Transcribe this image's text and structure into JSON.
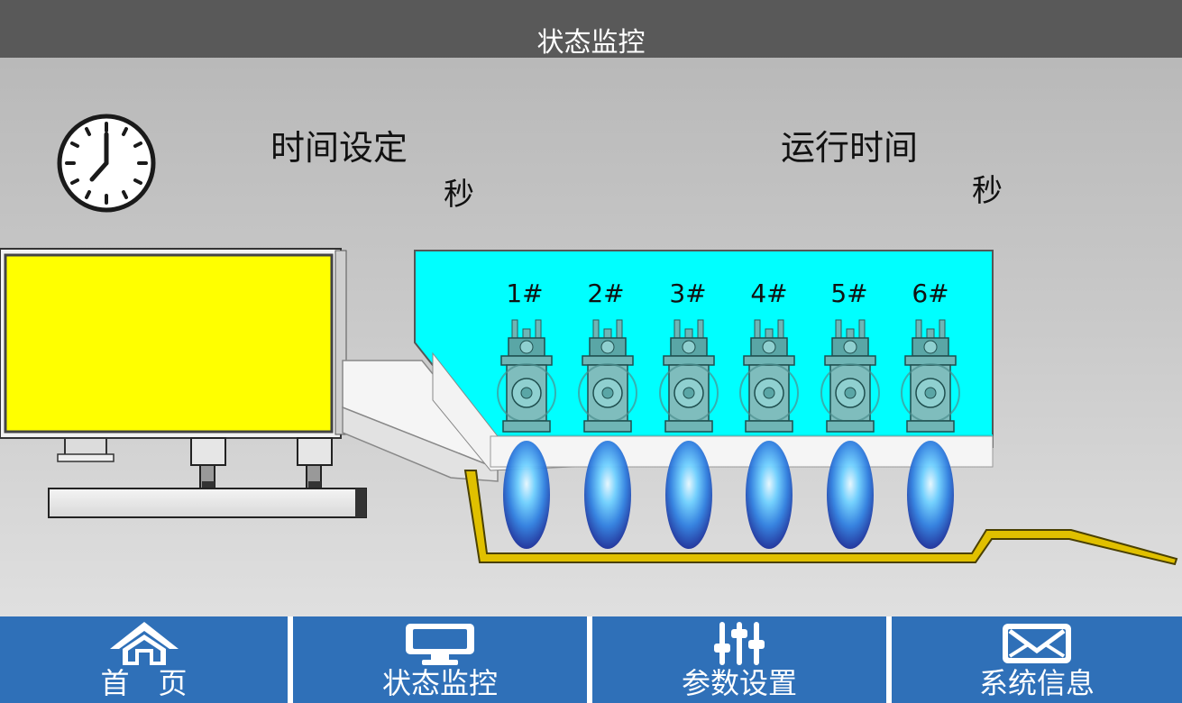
{
  "header": {
    "title": "状态监控"
  },
  "timer": {
    "set_label": "时间设定",
    "set_unit": "秒",
    "run_label": "运行时间",
    "run_unit": "秒"
  },
  "burners": [
    {
      "label": "1#"
    },
    {
      "label": "2#"
    },
    {
      "label": "3#"
    },
    {
      "label": "4#"
    },
    {
      "label": "5#"
    },
    {
      "label": "6#"
    }
  ],
  "nav": [
    {
      "label": "首　页",
      "icon": "home-icon"
    },
    {
      "label": "状态监控",
      "icon": "monitor-icon"
    },
    {
      "label": "参数设置",
      "icon": "sliders-icon"
    },
    {
      "label": "系统信息",
      "icon": "mail-icon"
    }
  ],
  "colors": {
    "title_bar": "#595959",
    "nav_button": "#2f70b8",
    "hopper": "#00ffff",
    "furnace_panel": "#ffff00",
    "chute": "#e0c000"
  }
}
